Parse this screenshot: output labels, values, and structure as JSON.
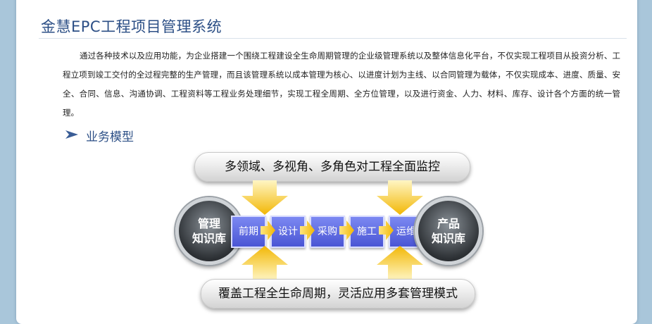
{
  "header": {
    "title": "金慧EPC工程项目管理系统"
  },
  "intro": {
    "paragraph": "通过各种技术以及应用功能，为企业搭建一个围绕工程建设全生命周期管理的企业级管理系统以及整体信息化平台，不仅实现工程项目从投资分析、工程立项到竣工交付的全过程完整的生产管理，而且该管理系统以成本管理为核心、以进度计划为主线、以合同管理为载体，不仅实现成本、进度、质量、安全、合同、信息、沟通协调、工程资料等工程业务处理细节，实现工程全周期、全方位管理，以及进行资金、人力、材料、库存、设计各个方面的统一管理。"
  },
  "section": {
    "title": "业务模型",
    "arrow_icon": "triangle-arrow-icon"
  },
  "diagram": {
    "top_banner": "多领域、多视角、多角色对工程全面监控",
    "bottom_banner": "覆盖工程全生命周期，灵活应用多套管理模式",
    "left_orb": {
      "line1": "管理",
      "line2": "知识库"
    },
    "right_orb": {
      "line1": "产品",
      "line2": "知识库"
    },
    "stages": [
      "前期",
      "设计",
      "采购",
      "施工",
      "运维"
    ],
    "colors": {
      "stage_box": "#5a66e0",
      "arrow": "#f5c21a",
      "orb": "#3a3f44",
      "title": "#2c4f86"
    }
  }
}
